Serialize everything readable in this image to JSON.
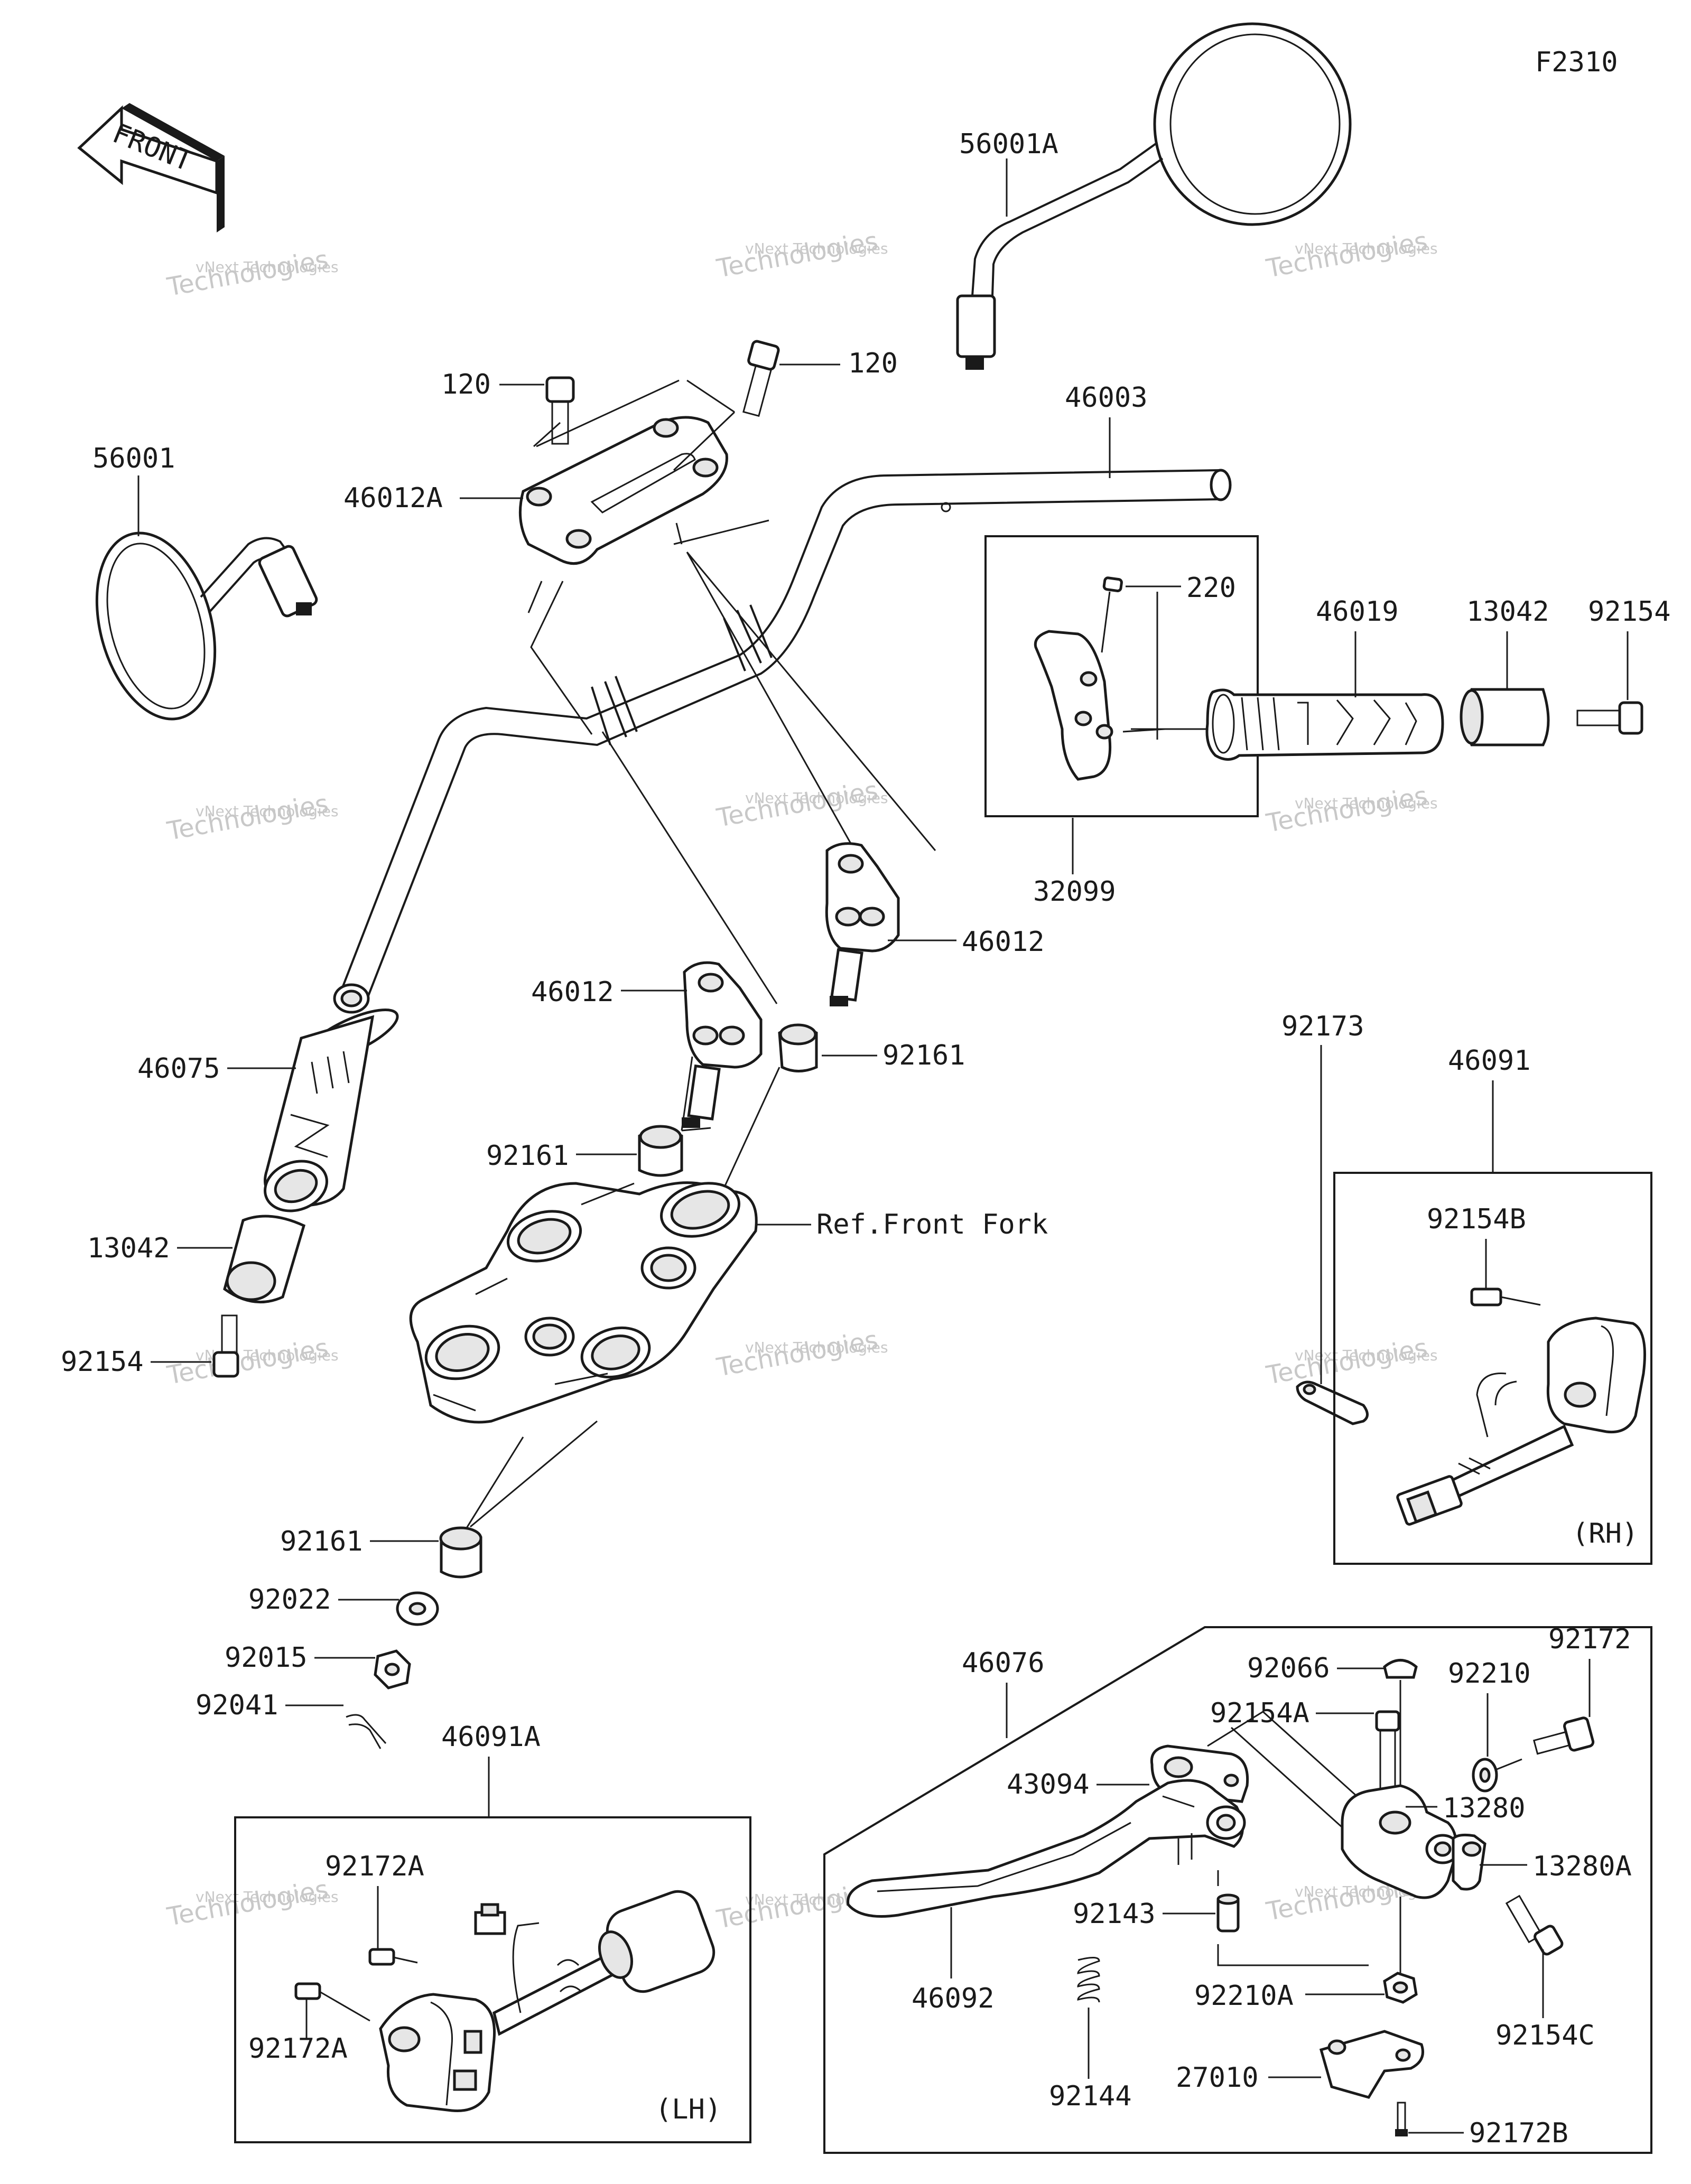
{
  "diagram": {
    "figure_code": "F2310",
    "front_label": "FRONT",
    "fork_reference": "Ref.Front Fork",
    "rh_label": "(RH)",
    "lh_label": "(LH)",
    "watermark_line1": "vNext Technologies",
    "watermark_line2": "Technologies",
    "parts": {
      "p56001A": "56001A",
      "p56001": "56001",
      "p120_left": "120",
      "p120_right": "120",
      "p46003": "46003",
      "p46012A": "46012A",
      "p220": "220",
      "p46019": "46019",
      "p13042_right": "13042",
      "p92154_right": "92154",
      "p32099": "32099",
      "p46012_right": "46012",
      "p46012_left": "46012",
      "p92161_upper_right": "92161",
      "p92161_mid": "92161",
      "p46075": "46075",
      "p13042_left": "13042",
      "p92154_left": "92154",
      "p92173": "92173",
      "p46091": "46091",
      "p92154B": "92154B",
      "p92161_lower": "92161",
      "p92022": "92022",
      "p92015": "92015",
      "p92041": "92041",
      "p46091A": "46091A",
      "p92172A_upper": "92172A",
      "p92172A_lower": "92172A",
      "p46076": "46076",
      "p92066": "92066",
      "p92210": "92210",
      "p92172": "92172",
      "p92154A": "92154A",
      "p43094": "43094",
      "p13280": "13280",
      "p13280A": "13280A",
      "p92143": "92143",
      "p46092": "46092",
      "p92154C": "92154C",
      "p92210A": "92210A",
      "p27010": "27010",
      "p92144": "92144",
      "p92172B": "92172B"
    }
  }
}
